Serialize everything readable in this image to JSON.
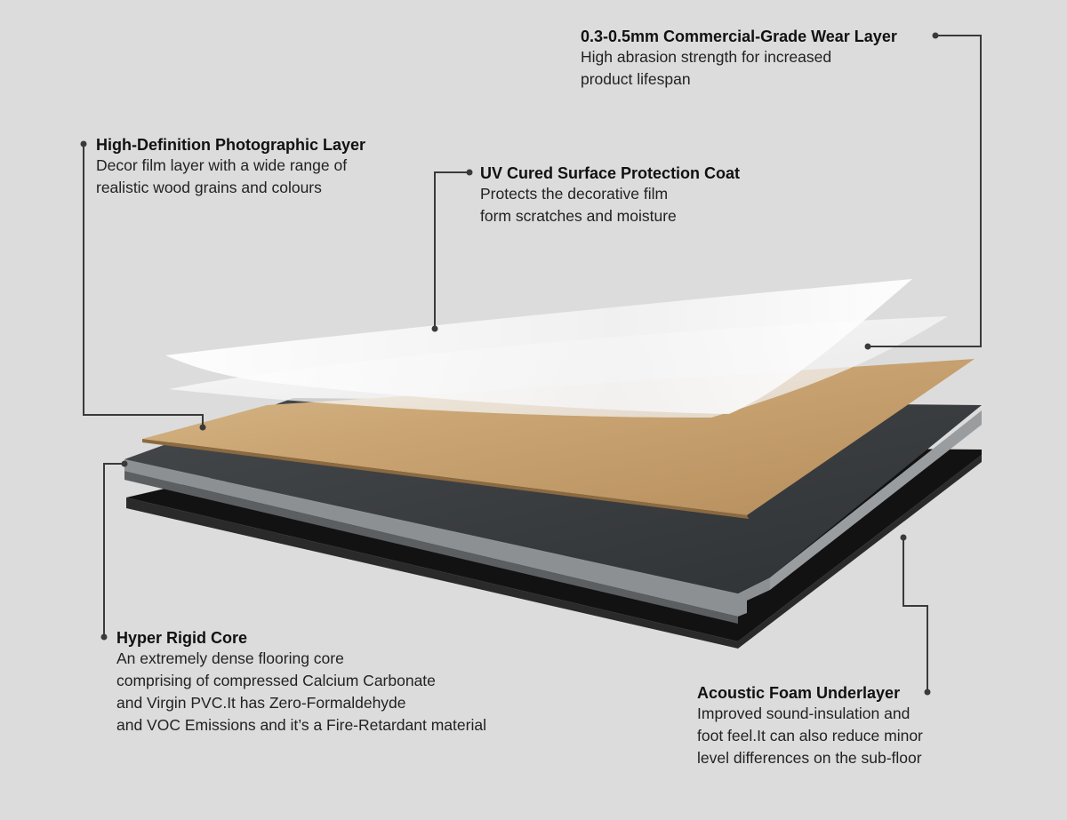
{
  "diagram": {
    "callouts": [
      {
        "id": "wear-layer",
        "title": "0.3-0.5mm Commercial-Grade Wear Layer",
        "lines": [
          "High abrasion strength for increased",
          "product lifespan"
        ]
      },
      {
        "id": "photographic-layer",
        "title": "High-Definition Photographic Layer",
        "lines": [
          "Decor film layer with a wide range of",
          "realistic wood grains and colours"
        ]
      },
      {
        "id": "uv-coat",
        "title": "UV Cured Surface Protection Coat",
        "lines": [
          "Protects the decorative film",
          "form scratches and moisture"
        ]
      },
      {
        "id": "rigid-core",
        "title": "Hyper Rigid Core",
        "lines": [
          "An extremely dense flooring core",
          "comprising of compressed Calcium Carbonate",
          "and Virgin PVC.It has Zero-Formaldehyde",
          "and VOC Emissions and it’s a Fire-Retardant material"
        ]
      },
      {
        "id": "foam-underlayer",
        "title": "Acoustic Foam Underlayer",
        "lines": [
          "Improved sound-insulation and",
          "foot feel.It can also reduce minor",
          "level differences on the sub-floor"
        ]
      }
    ]
  },
  "colors": {
    "background": "#dcdcdc",
    "leader_line": "#3a3a3a",
    "foam_layer": "#121212",
    "core_layer": "#3a3d40",
    "core_edge": "#8d9093",
    "wood_layer": "#c9a676",
    "wear_layer": "#f5f5f5",
    "uv_layer": "#ffffff"
  }
}
